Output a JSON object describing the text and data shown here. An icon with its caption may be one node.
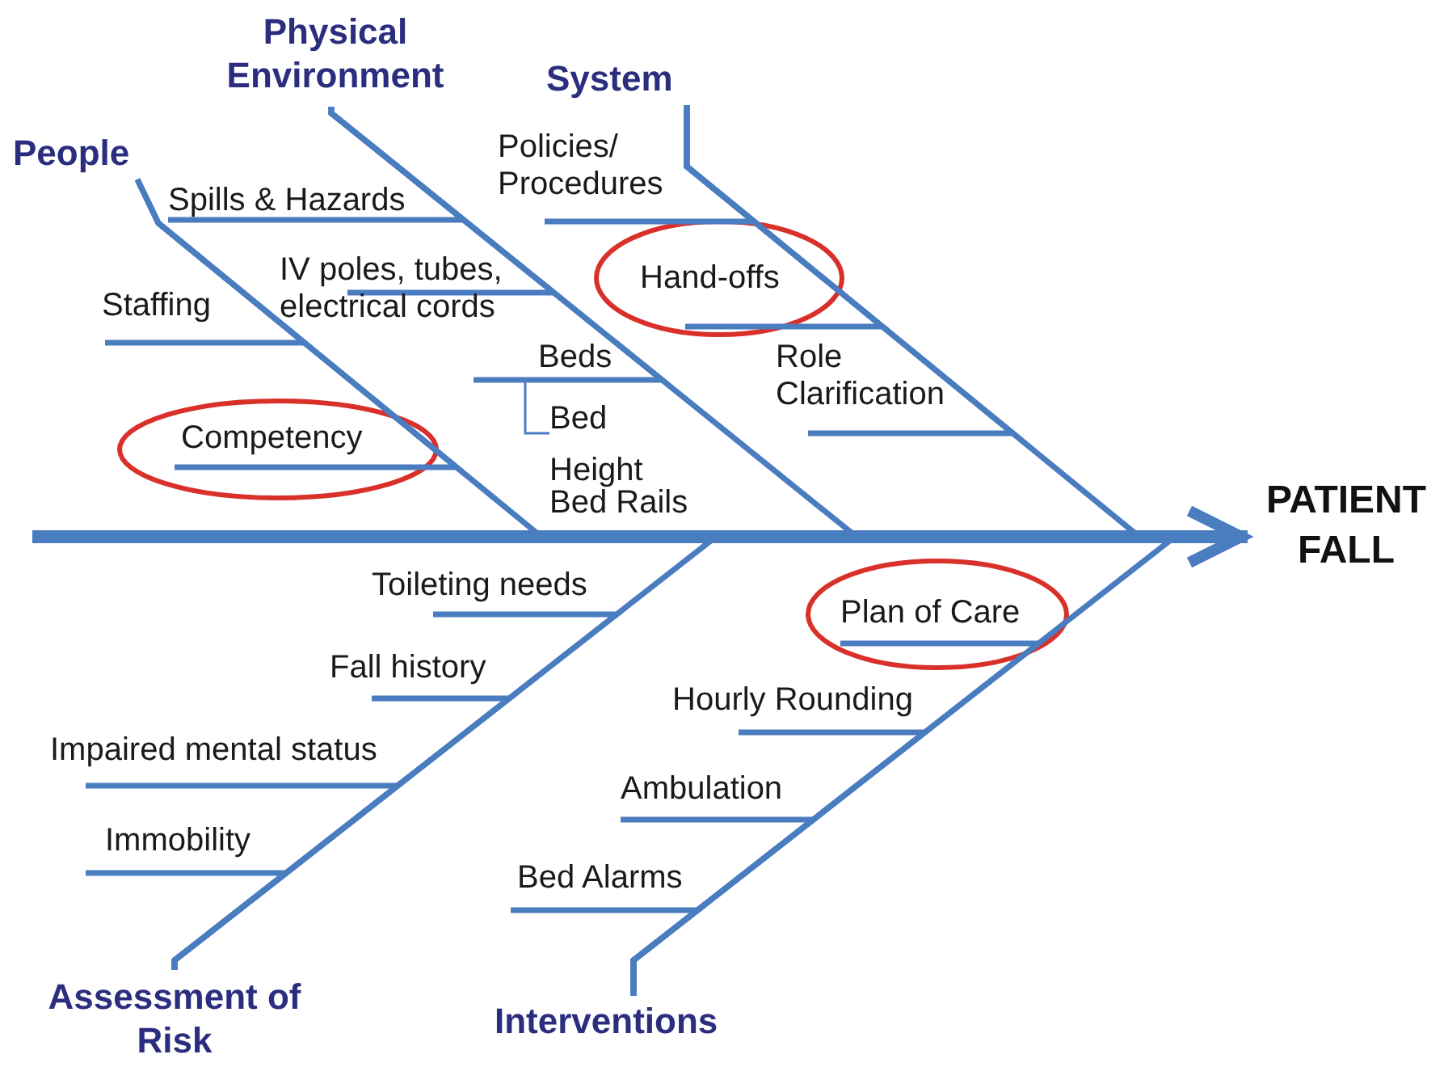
{
  "diagram": {
    "nodes": [
      {
        "text": [
          "Physical Environment"
        ]
      },
      {
        "text": [
          "System"
        ]
      },
      {
        "text": [
          "People"
        ]
      },
      {
        "text": [
          "PATIENT FALL"
        ]
      },
      {
        "text": [
          "Assessment of Risk"
        ]
      },
      {
        "text": [
          "Interventions"
        ]
      },
      {
        "text": [
          "Policies/ Procedures"
        ]
      },
      {
        "text": [
          "Spills & Hazards"
        ]
      },
      {
        "text": [
          "IV poles, tubes, electrical cords"
        ]
      },
      {
        "text": [
          "Hand-offs"
        ]
      },
      {
        "text": [
          "Staffing"
        ]
      },
      {
        "text": [
          "Beds"
        ]
      },
      {
        "text": [
          "Role Clarification"
        ]
      },
      {
        "text": [
          "Bed Height"
        ]
      },
      {
        "text": [
          "Competency"
        ]
      },
      {
        "text": [
          "Toileting needs"
        ]
      },
      {
        "text": [
          "Plan of Care"
        ]
      },
      {
        "text": [
          "Fall history"
        ]
      },
      {
        "text": [
          "Hourly Rounding"
        ]
      },
      {
        "text": [
          "Impaired mental status"
        ]
      },
      {
        "text": [
          "Ambulation"
        ]
      },
      {
        "text": [
          "Immobility"
        ]
      },
      {
        "text": [
          "Bed Alarms"
        ]
      }
    ],
    "edges": [
      {
        "from": null,
        "to": 3,
        "arrow": "to",
        "style": "thick"
      },
      {
        "from": 2,
        "to": 3,
        "arrow": "none"
      },
      {
        "from": 0,
        "to": 3,
        "arrow": "none"
      },
      {
        "from": 1,
        "to": 3,
        "arrow": "none"
      },
      {
        "from": 4,
        "to": 3,
        "arrow": "none"
      },
      {
        "from": 5,
        "to": 3,
        "arrow": "none"
      },
      {
        "from": 6,
        "to": 1,
        "arrow": "none"
      },
      {
        "from": 7,
        "to": 0,
        "arrow": "none"
      },
      {
        "from": 8,
        "to": 0,
        "arrow": "none"
      },
      {
        "from": 9,
        "to": 1,
        "arrow": "none"
      },
      {
        "from": 10,
        "to": 2,
        "arrow": "none"
      },
      {
        "from": 11,
        "to": 0,
        "arrow": "none"
      },
      {
        "from": 12,
        "to": 1,
        "arrow": "none"
      },
      {
        "from": 13,
        "to": 11,
        "arrow": "none"
      },
      {
        "from": 14,
        "to": 2,
        "arrow": "none"
      },
      {
        "from": 15,
        "to": 4,
        "arrow": "none"
      },
      {
        "from": 16,
        "to": 5,
        "arrow": "none"
      },
      {
        "from": 17,
        "to": 4,
        "arrow": "none"
      },
      {
        "from": 18,
        "to": 5,
        "arrow": "none"
      },
      {
        "from": 19,
        "to": 4,
        "arrow": "none"
      },
      {
        "from": 20,
        "to": 5,
        "arrow": "none"
      },
      {
        "from": 21,
        "to": 4,
        "arrow": "none"
      },
      {
        "from": 22,
        "to": 5,
        "arrow": "none"
      }
    ],
    "labels": [
      "Bed Rails"
    ]
  }
}
